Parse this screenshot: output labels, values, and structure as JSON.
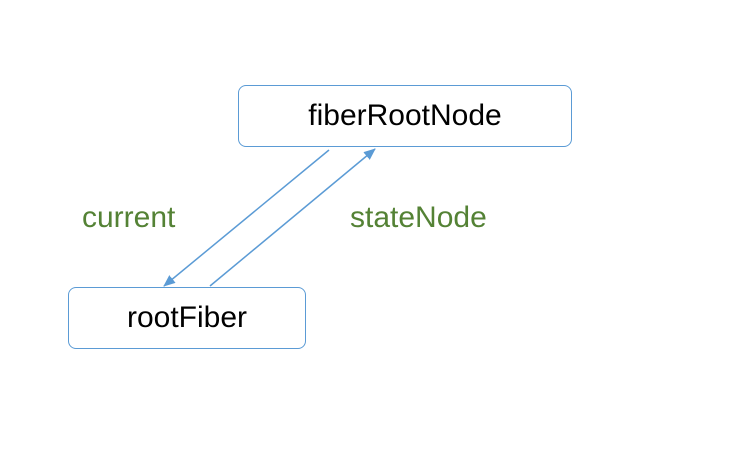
{
  "nodes": {
    "fiber_root_node": "fiberRootNode",
    "root_fiber": "rootFiber"
  },
  "edges": {
    "current": "current",
    "state_node": "stateNode"
  },
  "colors": {
    "node_border": "#5b9bd5",
    "arrow": "#5b9bd5",
    "edge_label": "#548235",
    "node_text": "#000000",
    "background": "#ffffff"
  }
}
